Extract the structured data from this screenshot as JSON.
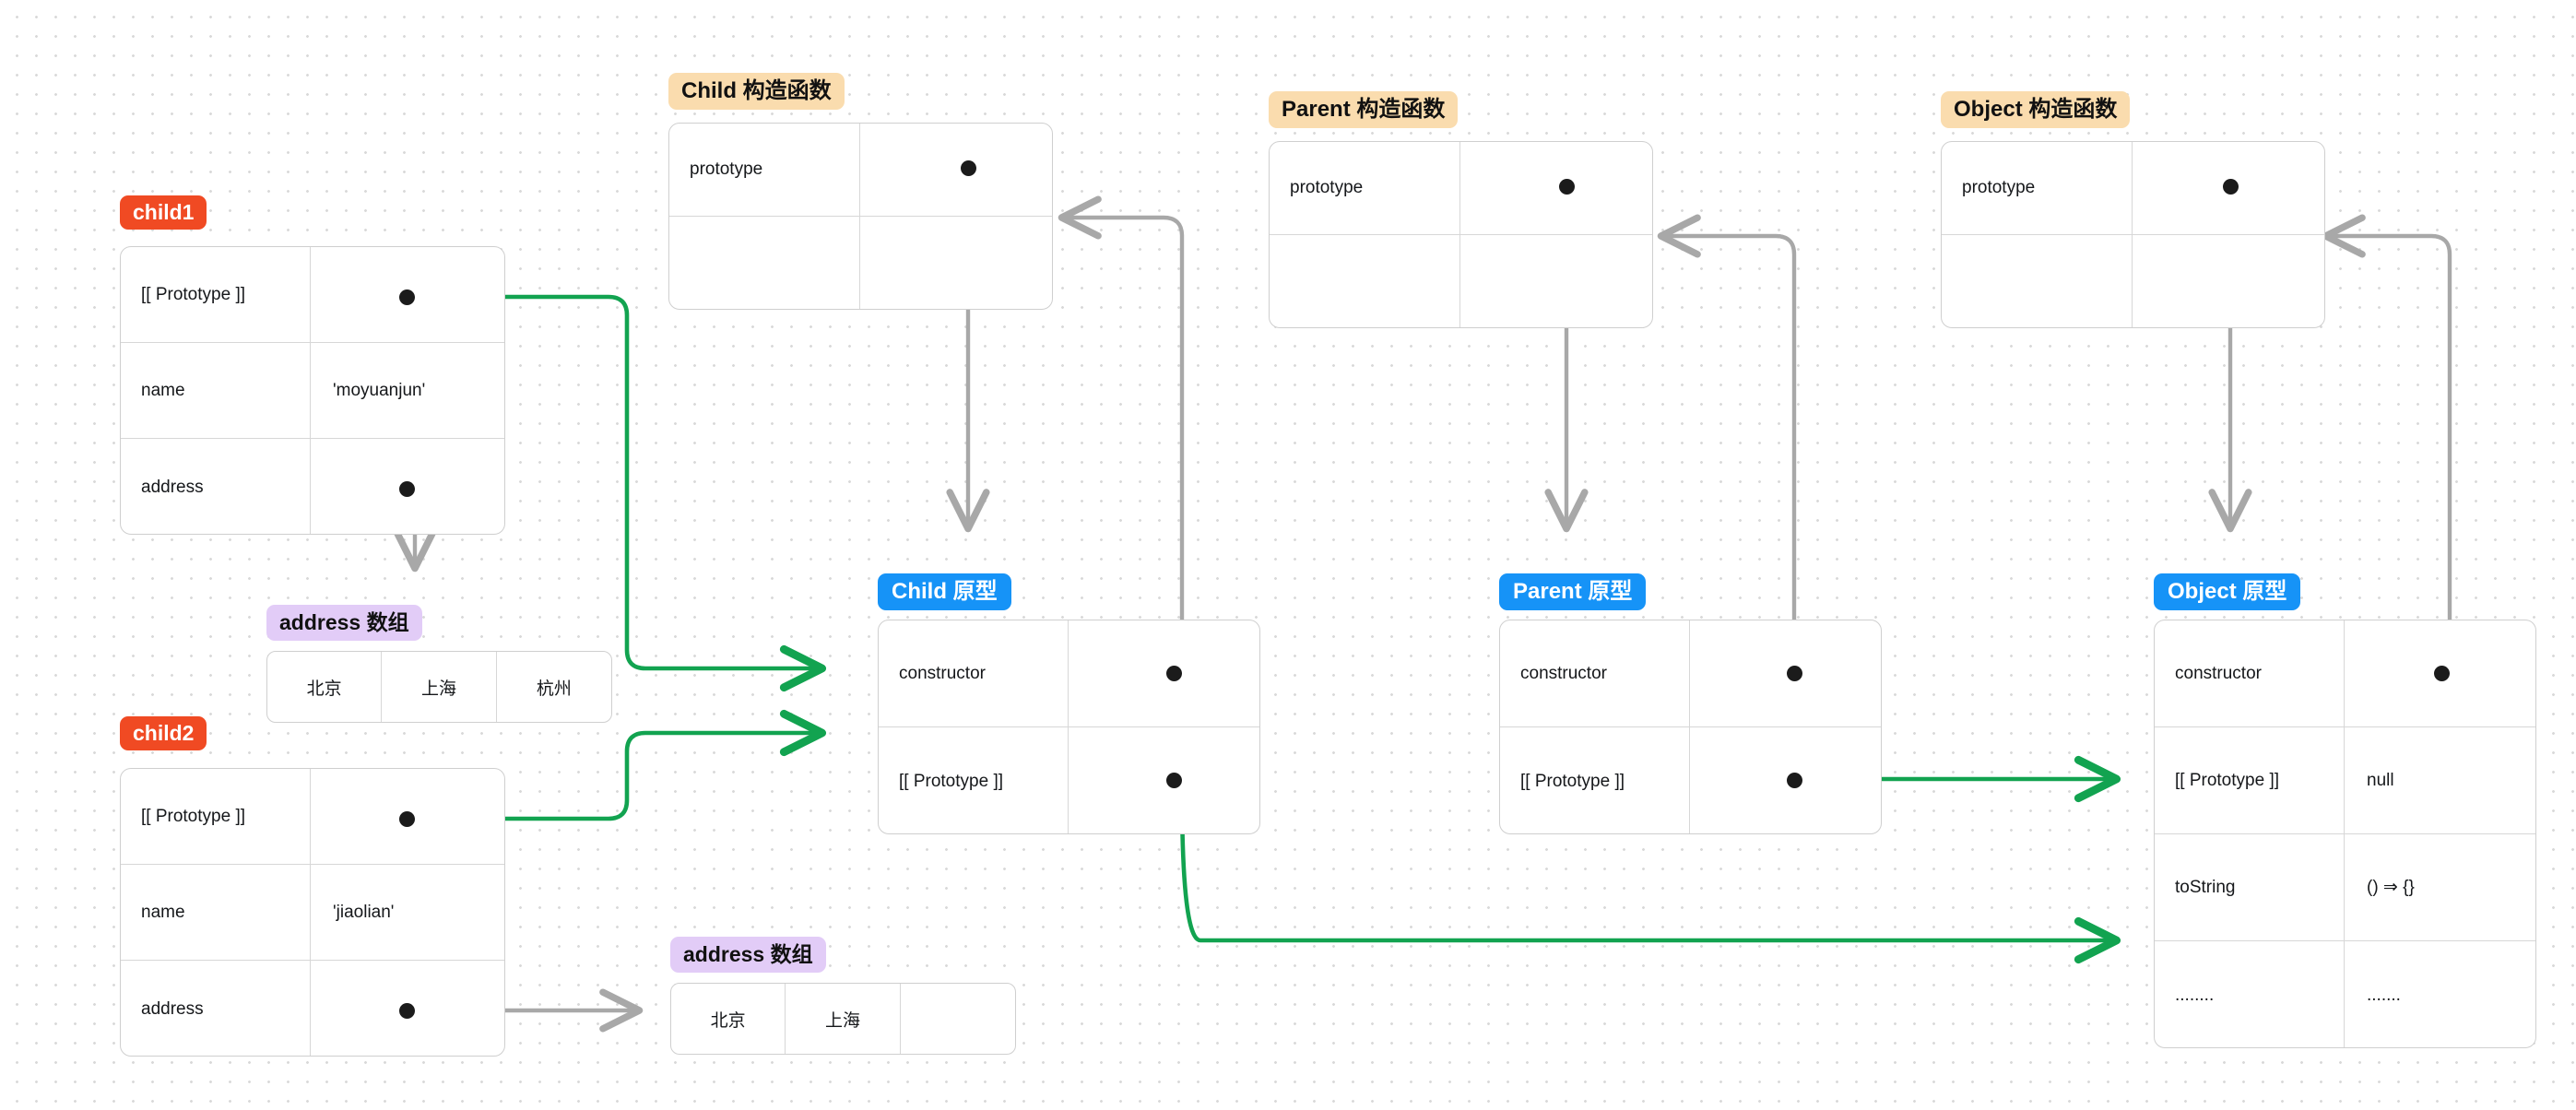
{
  "diagram": {
    "title_chips": {
      "child1": "child1",
      "child2": "child2",
      "child_ctor": "Child 构造函数",
      "parent_ctor": "Parent 构造函数",
      "object_ctor": "Object 构造函数",
      "child_proto": "Child  原型",
      "parent_proto": "Parent  原型",
      "object_proto": "Object  原型",
      "address_array_1": "address 数组",
      "address_array_2": "address 数组"
    },
    "colors": {
      "instance_chip": "#f04a23",
      "constructor_chip": "#fadcae",
      "prototype_chip": "#1693f7",
      "array_chip": "#e2ccf7",
      "green_arrow": "#12a350",
      "gray_arrow": "#a8a8a8",
      "dot": "#1b1b1b",
      "border": "#cfcfcf",
      "background": "#ffffff",
      "grid_dot": "#d9d9d9"
    },
    "objects": {
      "child1": {
        "rows": [
          {
            "key": "[[ Prototype ]]",
            "value": "",
            "value_is_pointer": true
          },
          {
            "key": "name",
            "value": "'moyuanjun'",
            "value_is_pointer": false
          },
          {
            "key": "address",
            "value": "",
            "value_is_pointer": true
          }
        ]
      },
      "child2": {
        "rows": [
          {
            "key": "[[ Prototype ]]",
            "value": "",
            "value_is_pointer": true
          },
          {
            "key": "name",
            "value": "'jiaolian'",
            "value_is_pointer": false
          },
          {
            "key": "address",
            "value": "",
            "value_is_pointer": true
          }
        ]
      },
      "child_ctor": {
        "rows": [
          {
            "key": "prototype",
            "value": "",
            "value_is_pointer": true
          },
          {
            "key": "",
            "value": "",
            "value_is_pointer": false
          }
        ]
      },
      "parent_ctor": {
        "rows": [
          {
            "key": "prototype",
            "value": "",
            "value_is_pointer": true
          },
          {
            "key": "",
            "value": "",
            "value_is_pointer": false
          }
        ]
      },
      "object_ctor": {
        "rows": [
          {
            "key": "prototype",
            "value": "",
            "value_is_pointer": true
          },
          {
            "key": "",
            "value": "",
            "value_is_pointer": false
          }
        ]
      },
      "child_proto": {
        "rows": [
          {
            "key": "constructor",
            "value": "",
            "value_is_pointer": true
          },
          {
            "key": "[[ Prototype ]]",
            "value": "",
            "value_is_pointer": true
          }
        ]
      },
      "parent_proto": {
        "rows": [
          {
            "key": "constructor",
            "value": "",
            "value_is_pointer": true
          },
          {
            "key": "[[ Prototype ]]",
            "value": "",
            "value_is_pointer": true
          }
        ]
      },
      "object_proto": {
        "rows": [
          {
            "key": "constructor",
            "value": "",
            "value_is_pointer": true
          },
          {
            "key": "[[ Prototype ]]",
            "value": "null",
            "value_is_pointer": false
          },
          {
            "key": "toString",
            "value": "() ⇒ {}",
            "value_is_pointer": false
          },
          {
            "key": "........",
            "value": ".......",
            "value_is_pointer": false
          }
        ]
      },
      "address_array_1": {
        "cells": [
          "北京",
          "上海",
          "杭州"
        ]
      },
      "address_array_2": {
        "cells": [
          "北京",
          "上海",
          ""
        ]
      }
    }
  }
}
